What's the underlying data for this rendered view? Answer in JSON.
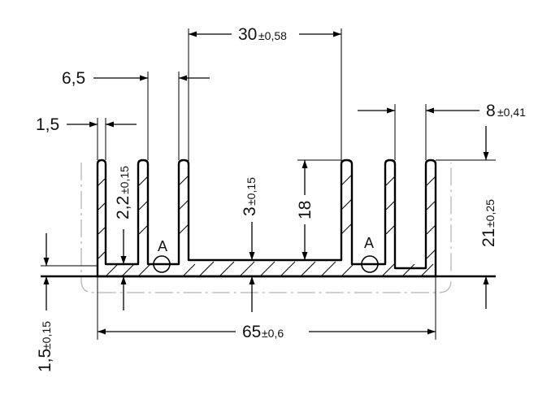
{
  "dimensions": {
    "slot_width": "30",
    "slot_width_tol": "±0,58",
    "fin_gap": "6,5",
    "fin_thickness": "1,5",
    "outer_fin_gap": "8",
    "outer_fin_gap_tol": "±0,41",
    "fin_wall": "2,2",
    "fin_wall_tol": "±0,15",
    "base_center": "3",
    "base_center_tol": "±0,15",
    "inner_height": "18",
    "total_height": "21",
    "total_height_tol": "±0,25",
    "base_thickness": "1,5",
    "base_thickness_tol": "±0,15",
    "total_width": "65",
    "total_width_tol": "±0,6"
  },
  "detail_marks": [
    "A",
    "A"
  ]
}
